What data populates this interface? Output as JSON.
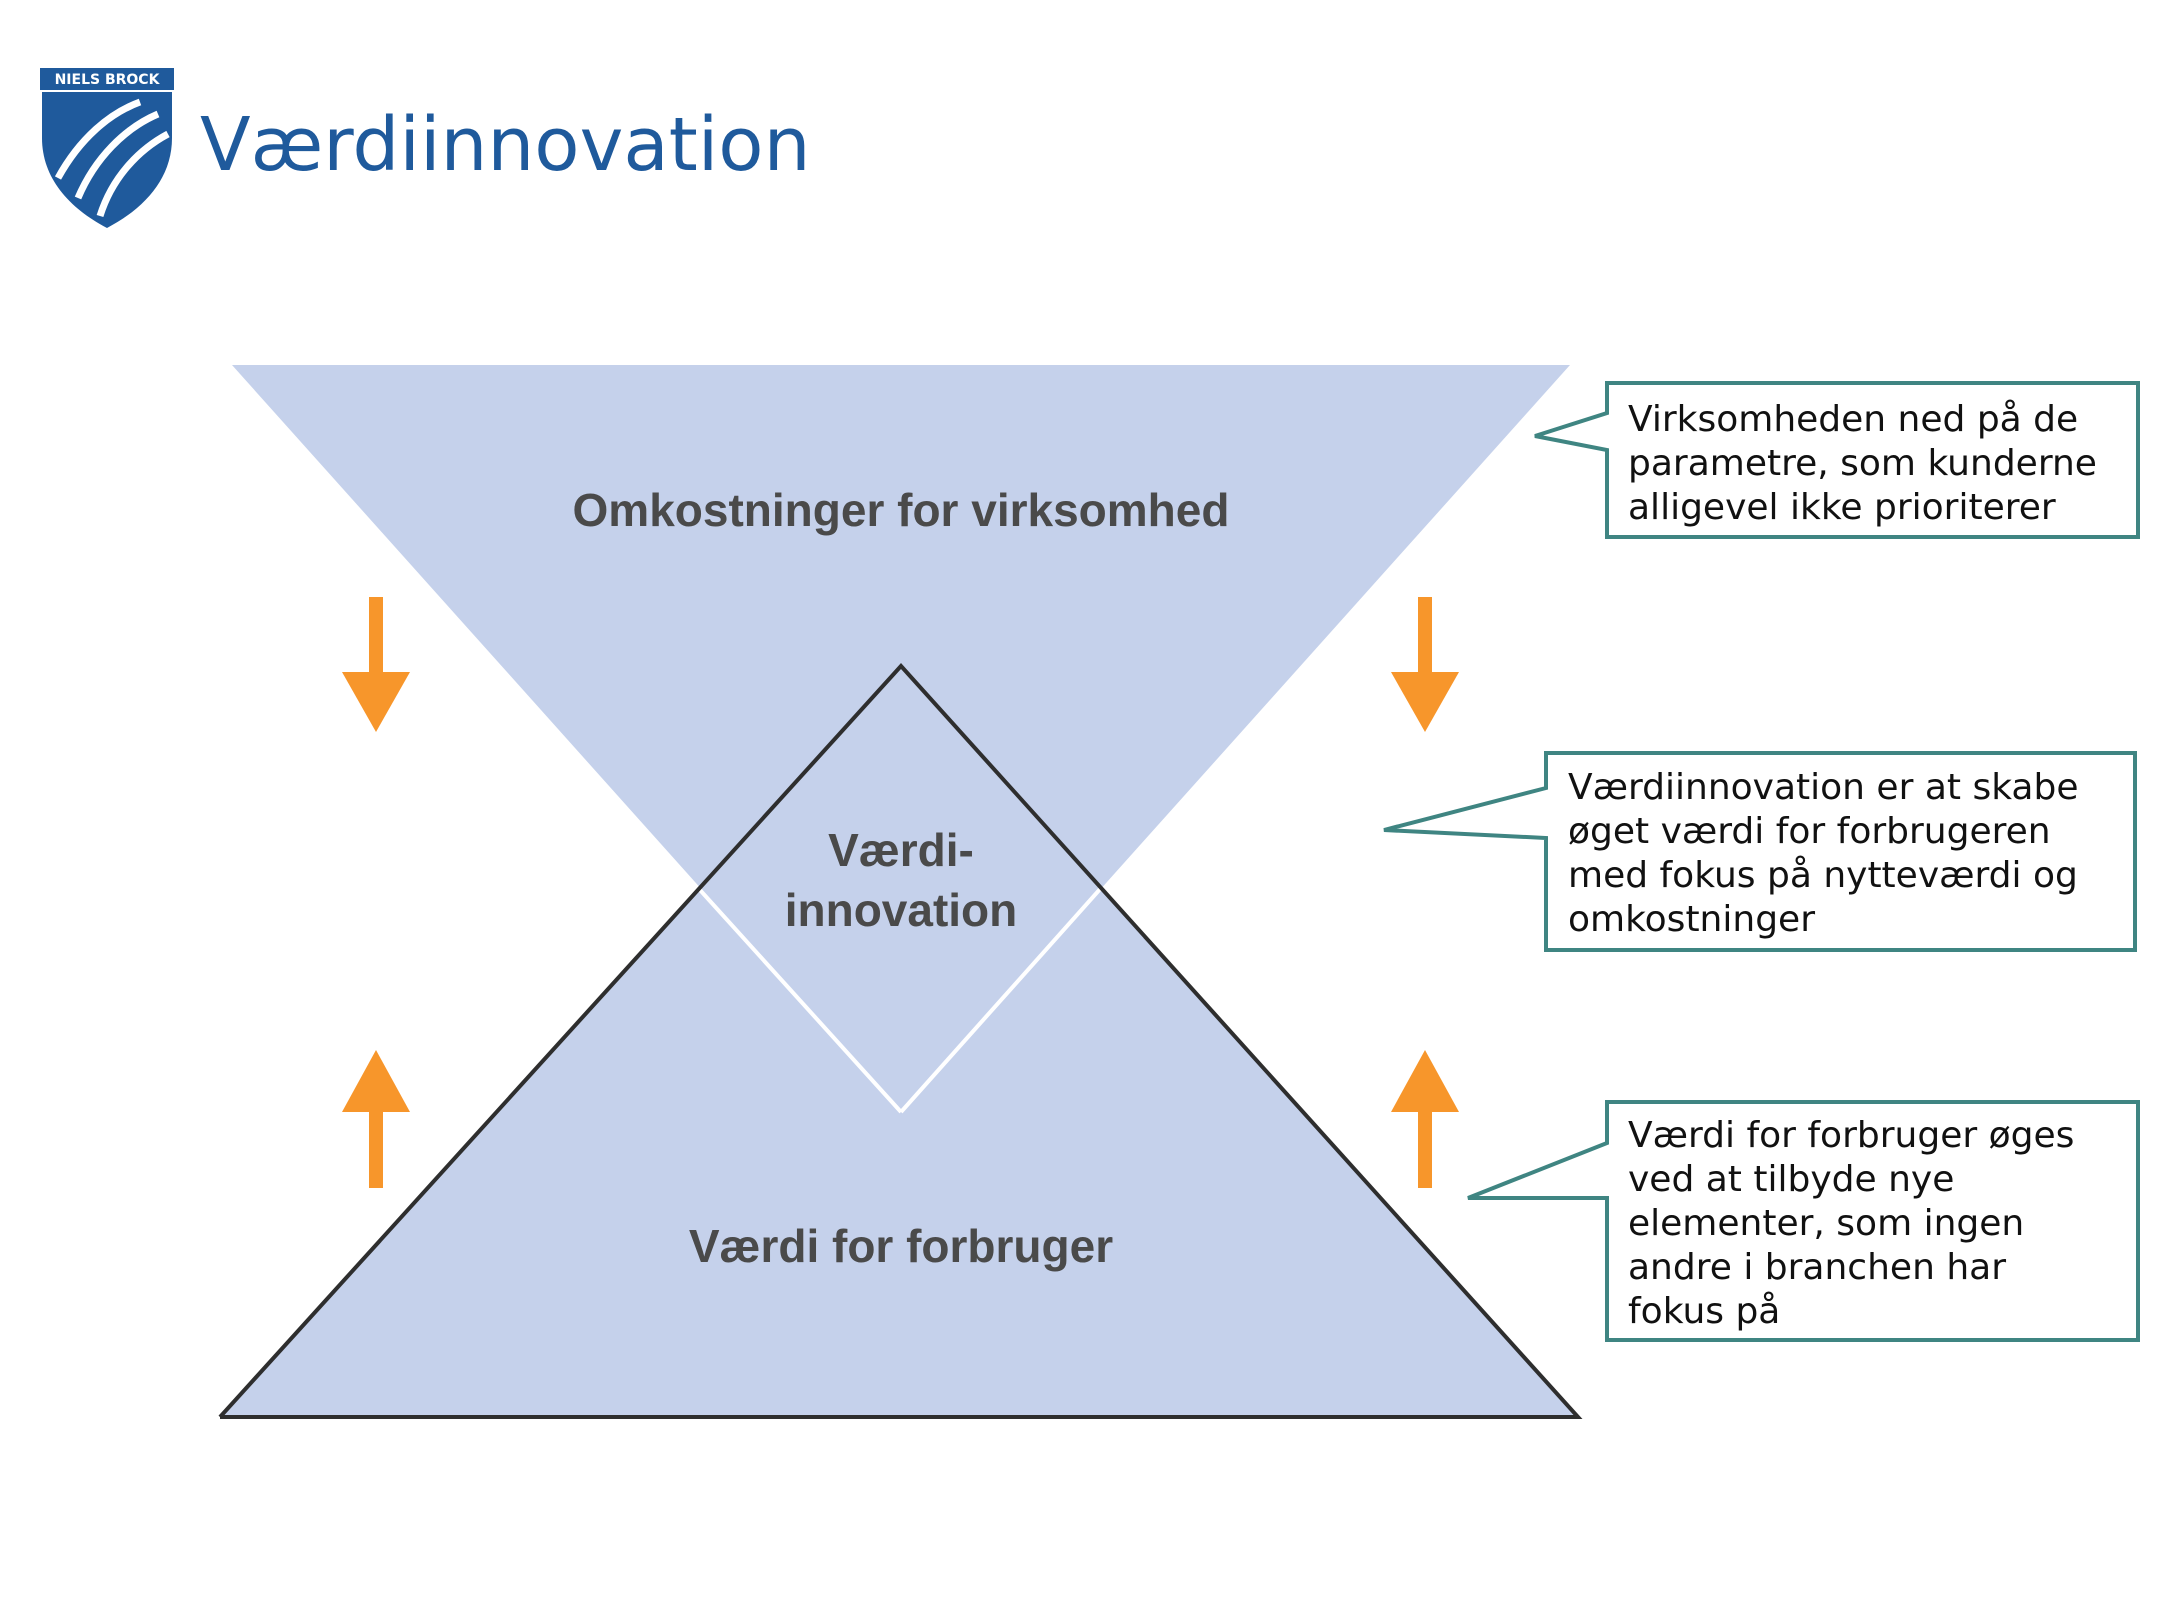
{
  "slide": {
    "title": "Værdiinnovation",
    "logo_text": "NIELS BROCK"
  },
  "diagram": {
    "top_triangle_label": "Omkostninger for virksomhed",
    "center_label_line1": "Værdi-",
    "center_label_line2": "innovation",
    "bottom_triangle_label": "Værdi for forbruger",
    "colors": {
      "triangle_fill": "#c5d1eb",
      "arrow": "#f7962b",
      "callout_border": "#3f8582",
      "title": "#1f5a9c",
      "logo": "#1f5a9c"
    }
  },
  "callouts": [
    {
      "lines": [
        "Virksomheden ned på de",
        "parametre, som kunderne",
        "alligevel ikke prioriterer"
      ]
    },
    {
      "lines": [
        "Værdiinnovation er at skabe",
        "øget værdi for forbrugeren",
        "med fokus på nytteværdi og",
        "omkostninger"
      ]
    },
    {
      "lines": [
        "Værdi for forbruger øges",
        "ved at tilbyde nye",
        "elementer, som ingen",
        "andre i branchen har",
        "fokus på"
      ]
    }
  ]
}
